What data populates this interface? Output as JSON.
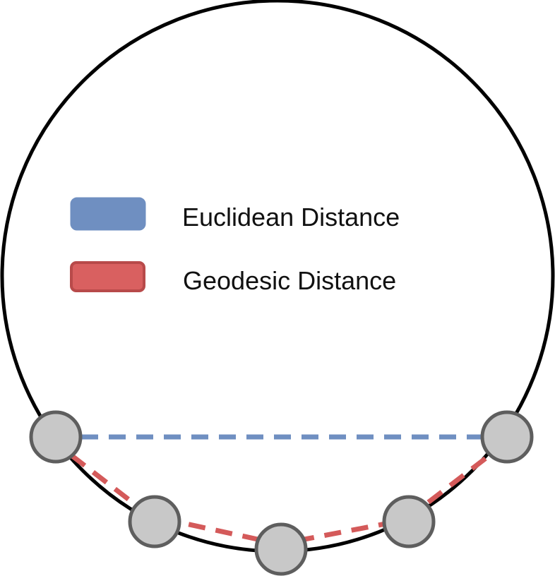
{
  "legend": {
    "euclidean": {
      "label": "Euclidean Distance",
      "fill": "#6f8fc1",
      "stroke": "#6f8fc1"
    },
    "geodesic": {
      "label": "Geodesic Distance",
      "fill": "#d96060",
      "stroke": "#b84a4a"
    }
  },
  "colors": {
    "circle_stroke": "#000000",
    "node_fill": "#c8c8c8",
    "node_stroke": "#5e5e5e",
    "euclidean_line": "#6f8fc1",
    "geodesic_line": "#d45a5a"
  },
  "nodes": [
    {
      "id": "left"
    },
    {
      "id": "lower-left"
    },
    {
      "id": "bottom"
    },
    {
      "id": "lower-right"
    },
    {
      "id": "right"
    }
  ]
}
